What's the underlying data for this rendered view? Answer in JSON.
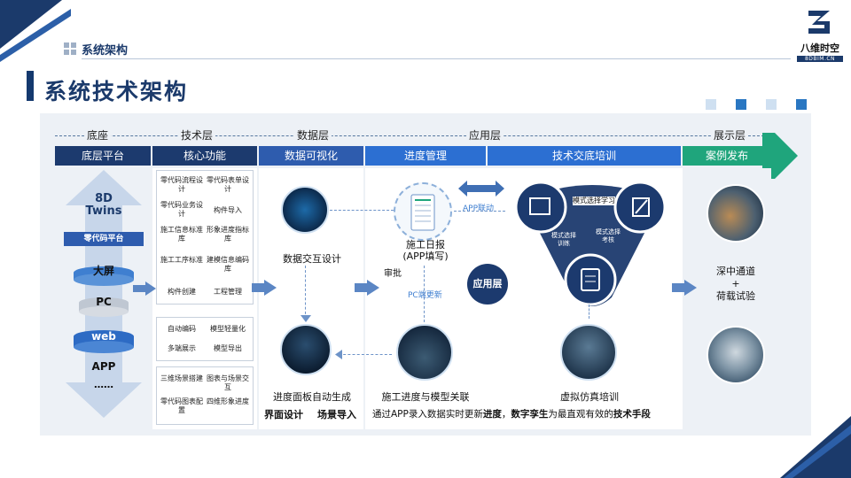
{
  "header": {
    "breadcrumb": "系统架构",
    "title": "系统技术架构",
    "logo_name": "八维时空",
    "logo_url": "8DBIM.CN"
  },
  "layers": [
    {
      "name": "底座"
    },
    {
      "name": "技术层"
    },
    {
      "name": "数据层"
    },
    {
      "name": "应用层"
    },
    {
      "name": "展示层"
    }
  ],
  "bands": {
    "base": "底层平台",
    "core": "核心功能",
    "data": "数据可视化",
    "progress": "进度管理",
    "training": "技术交底培训",
    "cases": "案例发布"
  },
  "base_stack": {
    "top": "8D",
    "top2": "Twins",
    "platform": "零代码平台",
    "items": [
      "大屏",
      "PC",
      "web",
      "APP",
      "……"
    ]
  },
  "core": {
    "box1": [
      "零代码流程设计",
      "零代码表单设计",
      "零代码业务设计",
      "构件导入",
      "施工信息标准库",
      "形象进度指标库",
      "施工工序标准",
      "建模信息编码库",
      "构件创建",
      "工程管理"
    ],
    "box2": [
      "自动编码",
      "模型轻量化",
      "多端展示",
      "模型导出"
    ],
    "box3": [
      "三维场景搭建",
      "图表与场景交互",
      "零代码图表配置",
      "四维形象进度"
    ]
  },
  "data_col": {
    "item1": "数据交互设计",
    "item2": "进度面板自动生成",
    "footer1": "界面设计",
    "footer2": "场景导入"
  },
  "progress_col": {
    "item1": "施工日报",
    "item1b": "(APP填写)",
    "approve": "审批",
    "pc_update": "PC端更新",
    "app_link": "APP联动",
    "item2": "施工进度与模型关联",
    "badge": "应用层"
  },
  "training_col": {
    "mode_study": "模式选择学习",
    "mode_training": "模式选择训练",
    "mode_exam": "模式选择考核",
    "item": "虚拟仿真培训"
  },
  "footer_sentence": {
    "p1": "通过APP录入数据实时更新",
    "p2": "进度",
    "p3": "，",
    "p4": "数字孪生",
    "p5": "为最直观有效的",
    "p6": "技术手段"
  },
  "cases": {
    "item1": "深中通道",
    "plus": "+",
    "item2": "荷载试验"
  },
  "colors": {
    "navy": "#1c3a6e",
    "blue": "#2c6fd2",
    "green": "#1fa57c",
    "panel": "#edf1f6"
  }
}
